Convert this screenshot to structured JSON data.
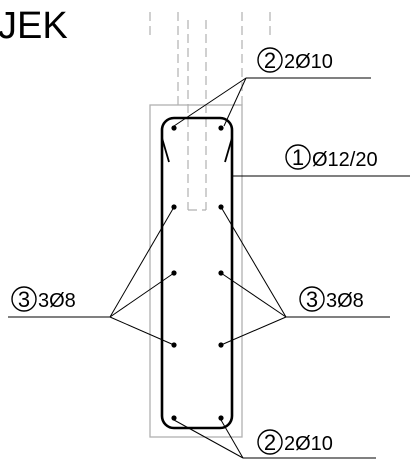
{
  "title": "JEK",
  "labels": {
    "top_stirrup_bars": {
      "marker": "2",
      "text": "2Ø10"
    },
    "stirrup": {
      "marker": "1",
      "text": "Ø12/20"
    },
    "left_side_bars": {
      "marker": "3",
      "text": "3Ø8"
    },
    "right_side_bars": {
      "marker": "3",
      "text": "3Ø8"
    },
    "bottom_stirrup_bars": {
      "marker": "2",
      "text": "2Ø10"
    }
  },
  "colors": {
    "line": "#000000",
    "outline": "#b0b0b0"
  }
}
